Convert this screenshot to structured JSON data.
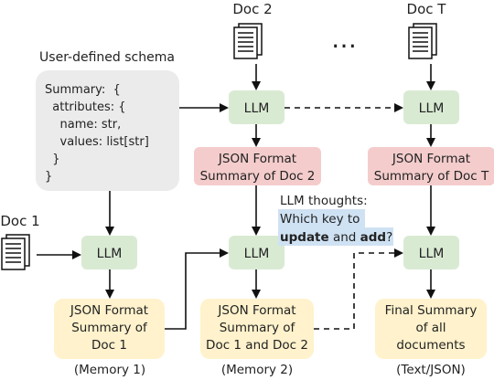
{
  "docs": {
    "doc2": "Doc 2",
    "docT": "Doc T",
    "doc1": "Doc 1",
    "ellipsis": "…"
  },
  "schema": {
    "title": "User-defined schema",
    "lines": [
      "Summary:  {",
      "  attributes: {",
      "    name: str,",
      "    values: list[str]",
      "  }",
      "}"
    ]
  },
  "llm_label": "LLM",
  "json_summaries": {
    "doc2": [
      "JSON Format",
      "Summary of Doc 2"
    ],
    "docT": [
      "JSON Format",
      "Summary of Doc T"
    ]
  },
  "thoughts": {
    "title": "LLM thoughts:",
    "line1": "Which key to",
    "update": "update",
    "and": " and ",
    "add": "add",
    "qmark": "?"
  },
  "memories": {
    "m1": {
      "lines": [
        "JSON Format",
        "Summary of",
        "Doc 1"
      ],
      "caption": "(Memory 1)"
    },
    "m2": {
      "lines": [
        "JSON Format",
        "Summary of",
        "Doc 1 and Doc 2"
      ],
      "caption": "(Memory 2)"
    },
    "final": {
      "lines": [
        "Final Summary",
        "of all",
        "documents"
      ],
      "caption": "(Text/JSON)"
    }
  },
  "colors": {
    "llm_fill": "#d9ead3",
    "json_fill": "#f4cccc",
    "memory_fill": "#fff2cc",
    "schema_fill": "#ebebeb",
    "highlight": "#cfe2f3"
  }
}
